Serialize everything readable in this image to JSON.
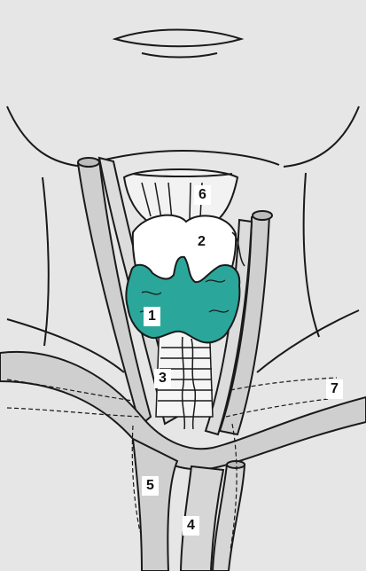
{
  "colors": {
    "background": "#e6e6e6",
    "skin": "#e6e6e6",
    "vessel": "#cfcfcf",
    "thyroid": "#2aa79a",
    "outline": "#1a1a1a",
    "label_bg": "#ffffff"
  },
  "labels": {
    "l1": "1",
    "l2": "2",
    "l3": "3",
    "l4": "4",
    "l5": "5",
    "l6": "6",
    "l7": "7"
  }
}
